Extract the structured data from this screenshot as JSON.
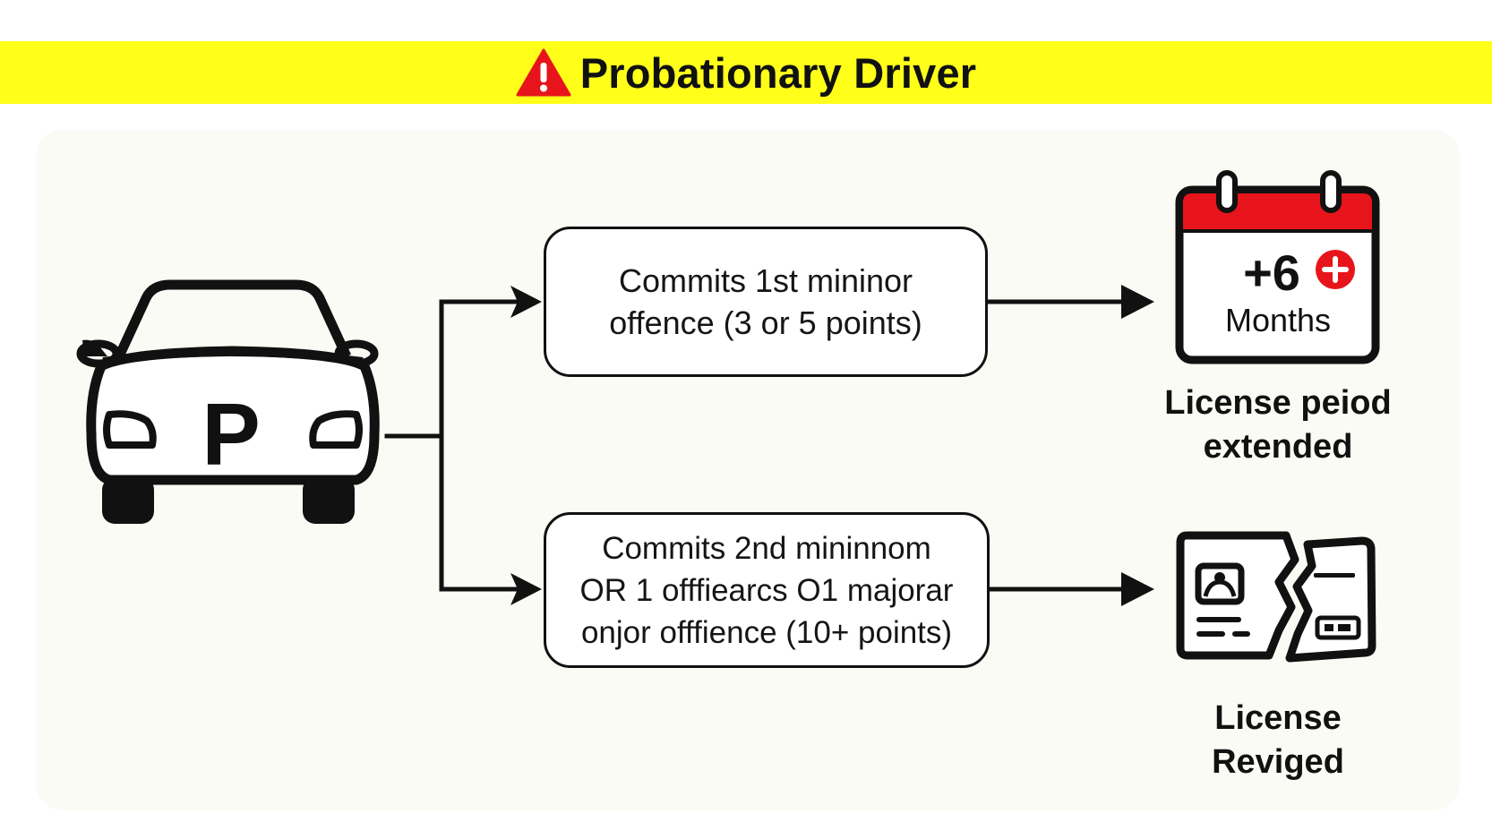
{
  "banner": {
    "title": "Probationary Driver",
    "color": "#ffff1a",
    "icon": "warning-triangle-icon"
  },
  "driver": {
    "icon": "probationary-car-icon",
    "plate_letter": "P"
  },
  "paths": {
    "minor": {
      "condition_lines": [
        "Commits 1st mininor",
        "offence (3 or 5 points)"
      ],
      "outcome": {
        "icon": "calendar-extension-icon",
        "calendar_value": "+6",
        "calendar_unit": "Months",
        "label_lines": [
          "License peiod",
          "extended"
        ]
      }
    },
    "major": {
      "condition_lines": [
        "Commits 2nd mininnom",
        "OR 1 offfiearcs O1 majorar",
        "onjor offfience (10+ points)"
      ],
      "outcome": {
        "icon": "torn-license-card-icon",
        "label_lines": [
          "License",
          "Reviged"
        ]
      }
    }
  },
  "colors": {
    "accent_red": "#e8141b",
    "ink": "#111111"
  }
}
